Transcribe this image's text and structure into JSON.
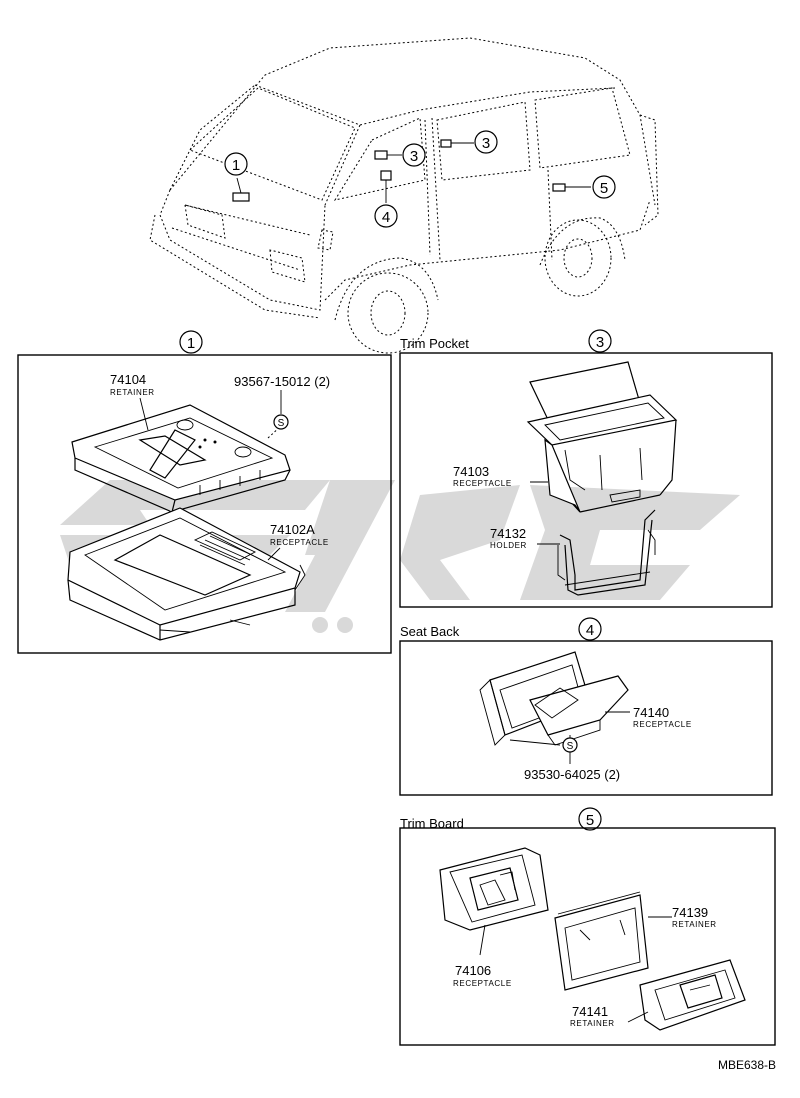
{
  "overview": {
    "callouts": [
      "1",
      "3",
      "3",
      "4",
      "5"
    ]
  },
  "panels": [
    {
      "callout": "1",
      "title": "",
      "parts": [
        {
          "number": "74104",
          "name": "RETAINER"
        },
        {
          "number": "93567-15012 (2)",
          "name": ""
        },
        {
          "number": "74102A",
          "name": "RECEPTACLE"
        }
      ]
    },
    {
      "callout": "3",
      "title": "Trim Pocket",
      "parts": [
        {
          "number": "74103",
          "name": "RECEPTACLE"
        },
        {
          "number": "74132",
          "name": "HOLDER"
        }
      ]
    },
    {
      "callout": "4",
      "title": "Seat Back",
      "parts": [
        {
          "number": "74140",
          "name": "RECEPTACLE"
        },
        {
          "number": "93530-64025 (2)",
          "name": ""
        }
      ]
    },
    {
      "callout": "5",
      "title": "Trim Board",
      "parts": [
        {
          "number": "74106",
          "name": "RECEPTACLE"
        },
        {
          "number": "74139",
          "name": "RETAINER"
        },
        {
          "number": "74141",
          "name": "RETAINER"
        }
      ]
    }
  ],
  "screw_symbol": "S",
  "watermark_color": "#d9d9d9",
  "figure_code": "MBE638-B"
}
